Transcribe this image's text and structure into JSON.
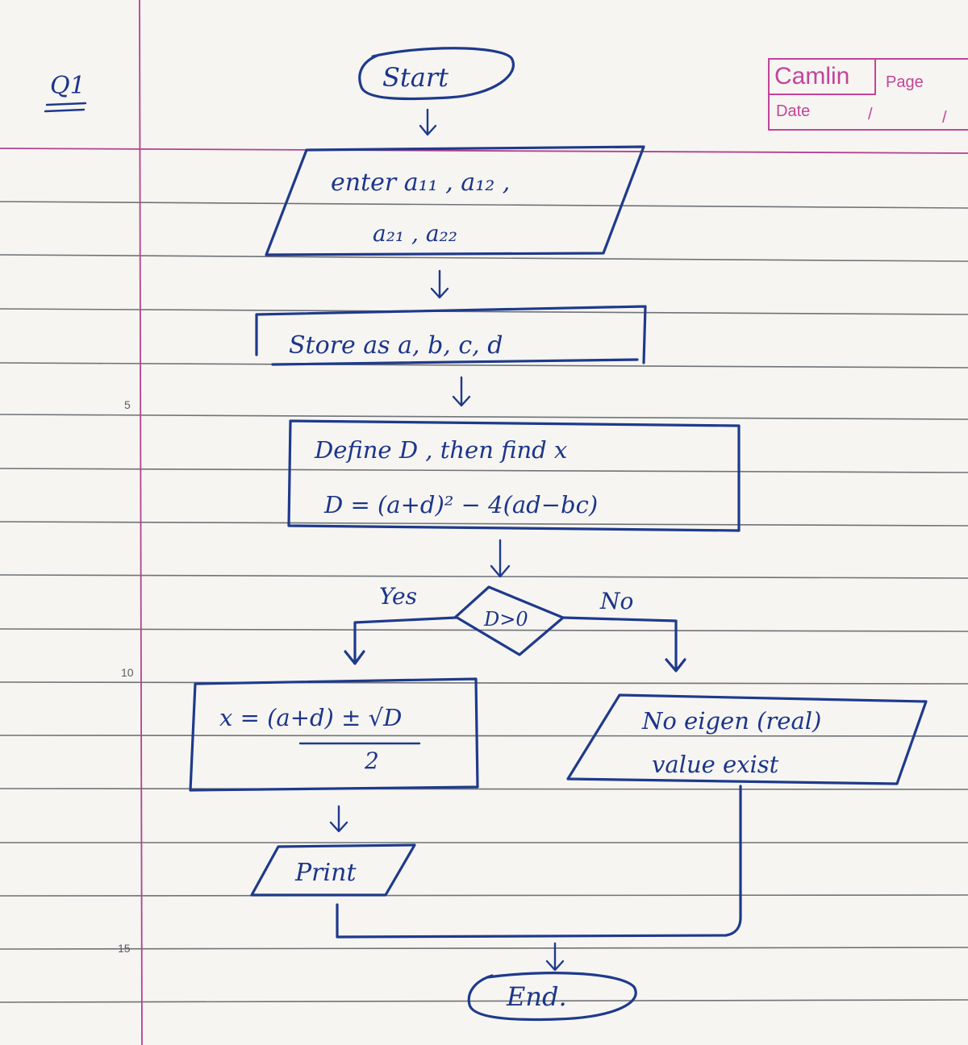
{
  "question_label": "Q1",
  "notebook": {
    "brand": "Camlin",
    "page_label": "Page",
    "date_label": "Date",
    "date_sep1": "/",
    "date_sep2": "/",
    "line_numbers": [
      "5",
      "10",
      "15"
    ]
  },
  "flowchart": {
    "start": "Start",
    "input_line1": "enter a₁₁ , a₁₂ ,",
    "input_line2": "a₂₁ , a₂₂",
    "store": "Store as a, b, c, d",
    "define_line1": "Define D , then find x",
    "define_line2": "D = (a+d)² − 4(ad−bc)",
    "decision": "D>0",
    "yes_label": "Yes",
    "no_label": "No",
    "formula_num": "x = (a+d) ± √D",
    "formula_den": "2",
    "no_eigen_line1": "No eigen (real)",
    "no_eigen_line2": "value exist",
    "print": "Print",
    "end": "End."
  },
  "colors": {
    "ink": "#1f3a8c",
    "margin": "#b3418f",
    "rule": "#6f7378",
    "paper": "#f6f5f1"
  }
}
